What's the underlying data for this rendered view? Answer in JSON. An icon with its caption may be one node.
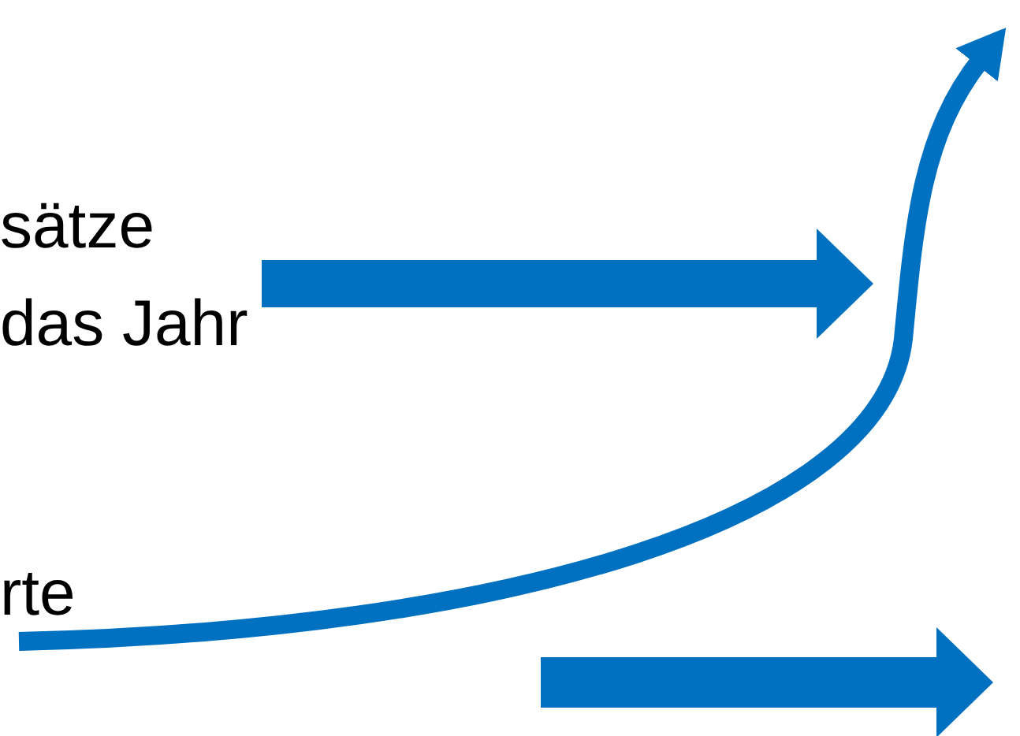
{
  "diagram": {
    "nodes": [
      {
        "text": [
          "sätze das Jahr"
        ]
      },
      {
        "text": [
          "rte"
        ]
      }
    ],
    "edges": [
      {
        "from": 0,
        "to": null,
        "arrow": "to",
        "style": "thick"
      },
      {
        "from": 1,
        "to": null,
        "arrow": "to"
      }
    ]
  }
}
